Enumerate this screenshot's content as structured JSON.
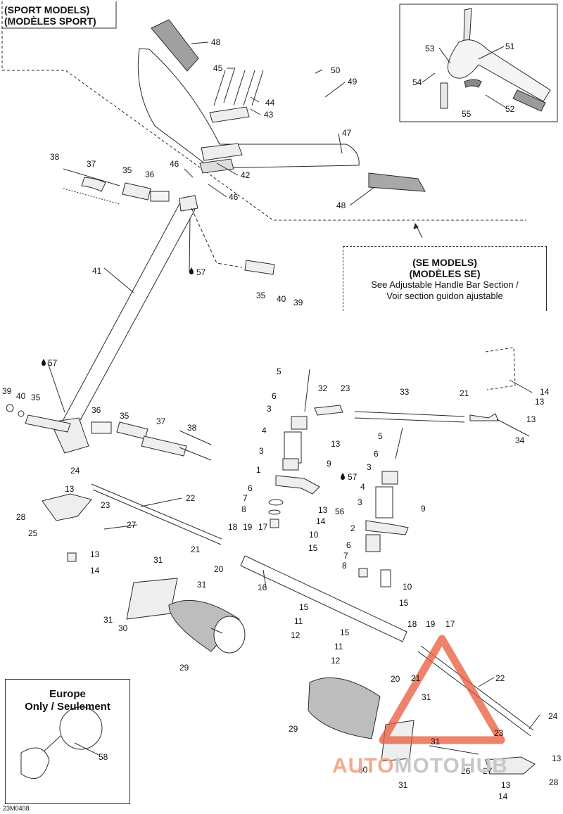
{
  "sport": {
    "line1": "(SPORT MODELS)",
    "line2": "(MODÈLES SPORT)"
  },
  "se": {
    "line1": "(SE MODELS)",
    "line2": "(MODÈLES SE)",
    "line3": "See Adjustable Handle Bar Section /",
    "line4": "Voir section guidon ajustable"
  },
  "europe": {
    "line1": "Europe",
    "line2": "Only / Seulement"
  },
  "code": "23M0408",
  "watermark": {
    "part1": "AUTO",
    "part2": "MOTO",
    "part3": "HUB"
  },
  "colors": {
    "line": "#2a2a2a",
    "watermark_red": "#e8593a",
    "watermark_gray": "#bdbdbd"
  },
  "icons": {
    "drop": "oil-drop-icon"
  },
  "callouts": {
    "c48a": "48",
    "c45": "45",
    "c44": "44",
    "c43": "43",
    "c50": "50",
    "c49": "49",
    "c47": "47",
    "c42": "42",
    "c46a": "46",
    "c46b": "46",
    "c48b": "48",
    "c38a": "38",
    "c37a": "37",
    "c35a": "35",
    "c36a": "36",
    "c41": "41",
    "c57a": "57",
    "c35b": "35",
    "c40a": "40",
    "c39a": "39",
    "c57b": "57",
    "c39b": "39",
    "c40b": "40",
    "c35c": "35",
    "c36b": "36",
    "c35d": "35",
    "c37b": "37",
    "c38b": "38",
    "c53": "53",
    "c51": "51",
    "c54": "54",
    "c52": "52",
    "c55": "55",
    "c5a": "5",
    "c6a": "6",
    "c3a": "3",
    "c4a": "4",
    "c3b": "3",
    "c1": "1",
    "c6b": "6",
    "c7a": "7",
    "c8a": "8",
    "c32": "32",
    "c23a": "23",
    "c33": "33",
    "c21a": "21",
    "c14a": "14",
    "c13a": "13",
    "c13b": "13",
    "c34": "34",
    "c13c": "13",
    "c9a": "9",
    "c5b": "5",
    "c6c": "6",
    "c3c": "3",
    "c4b": "4",
    "c3d": "3",
    "c9b": "9",
    "c57c": "57",
    "c13d": "13",
    "c56": "56",
    "c14b": "14",
    "c10a": "10",
    "c15a": "15",
    "c2": "2",
    "c6d": "6",
    "c7b": "7",
    "c8b": "8",
    "c10b": "10",
    "c15b": "15",
    "c24a": "24",
    "c13e": "13",
    "c23b": "23",
    "c22a": "22",
    "c28a": "28",
    "c25": "25",
    "c27a": "27",
    "c13f": "13",
    "c14c": "14",
    "c18a": "18",
    "c19a": "19",
    "c17a": "17",
    "c21b": "21",
    "c20a": "20",
    "c31a": "31",
    "c31b": "31",
    "c31c": "31",
    "c30a": "30",
    "c16": "16",
    "c15c": "15",
    "c11a": "11",
    "c12a": "12",
    "c29a": "29",
    "c18b": "18",
    "c19b": "19",
    "c17b": "17",
    "c15d": "15",
    "c11b": "11",
    "c12b": "12",
    "c20b": "20",
    "c21c": "21",
    "c22b": "22",
    "c31d": "31",
    "c29b": "29",
    "c24b": "24",
    "c23c": "23",
    "c31e": "31",
    "c13g": "13",
    "c30b": "30",
    "c26": "26",
    "c27b": "27",
    "c31f": "31",
    "c28b": "28",
    "c13h": "13",
    "c14d": "14",
    "c58": "58"
  }
}
